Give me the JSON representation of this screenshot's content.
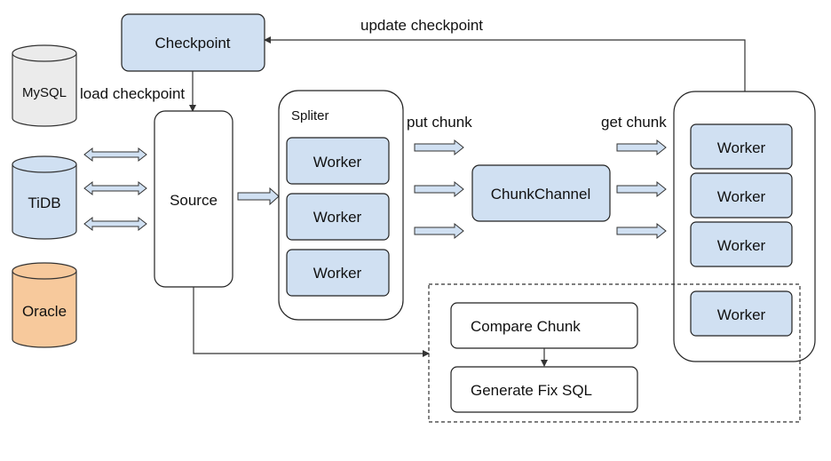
{
  "nodes": {
    "checkpoint": "Checkpoint",
    "source": "Source",
    "spliter": "Spliter",
    "chunk_channel": "ChunkChannel",
    "worker": "Worker",
    "compare_chunk": "Compare Chunk",
    "generate_fix_sql": "Generate Fix SQL"
  },
  "databases": {
    "mysql": "MySQL",
    "tidb": "TiDB",
    "oracle": "Oracle"
  },
  "edges": {
    "update_checkpoint": "update checkpoint",
    "load_checkpoint": "load checkpoint",
    "put_chunk": "put chunk",
    "get_chunk": "get chunk"
  },
  "colors": {
    "box_blue": "#d0e0f2",
    "mysql": "#ebebeb",
    "tidb": "#d0e0f2",
    "oracle": "#f7c99c"
  }
}
